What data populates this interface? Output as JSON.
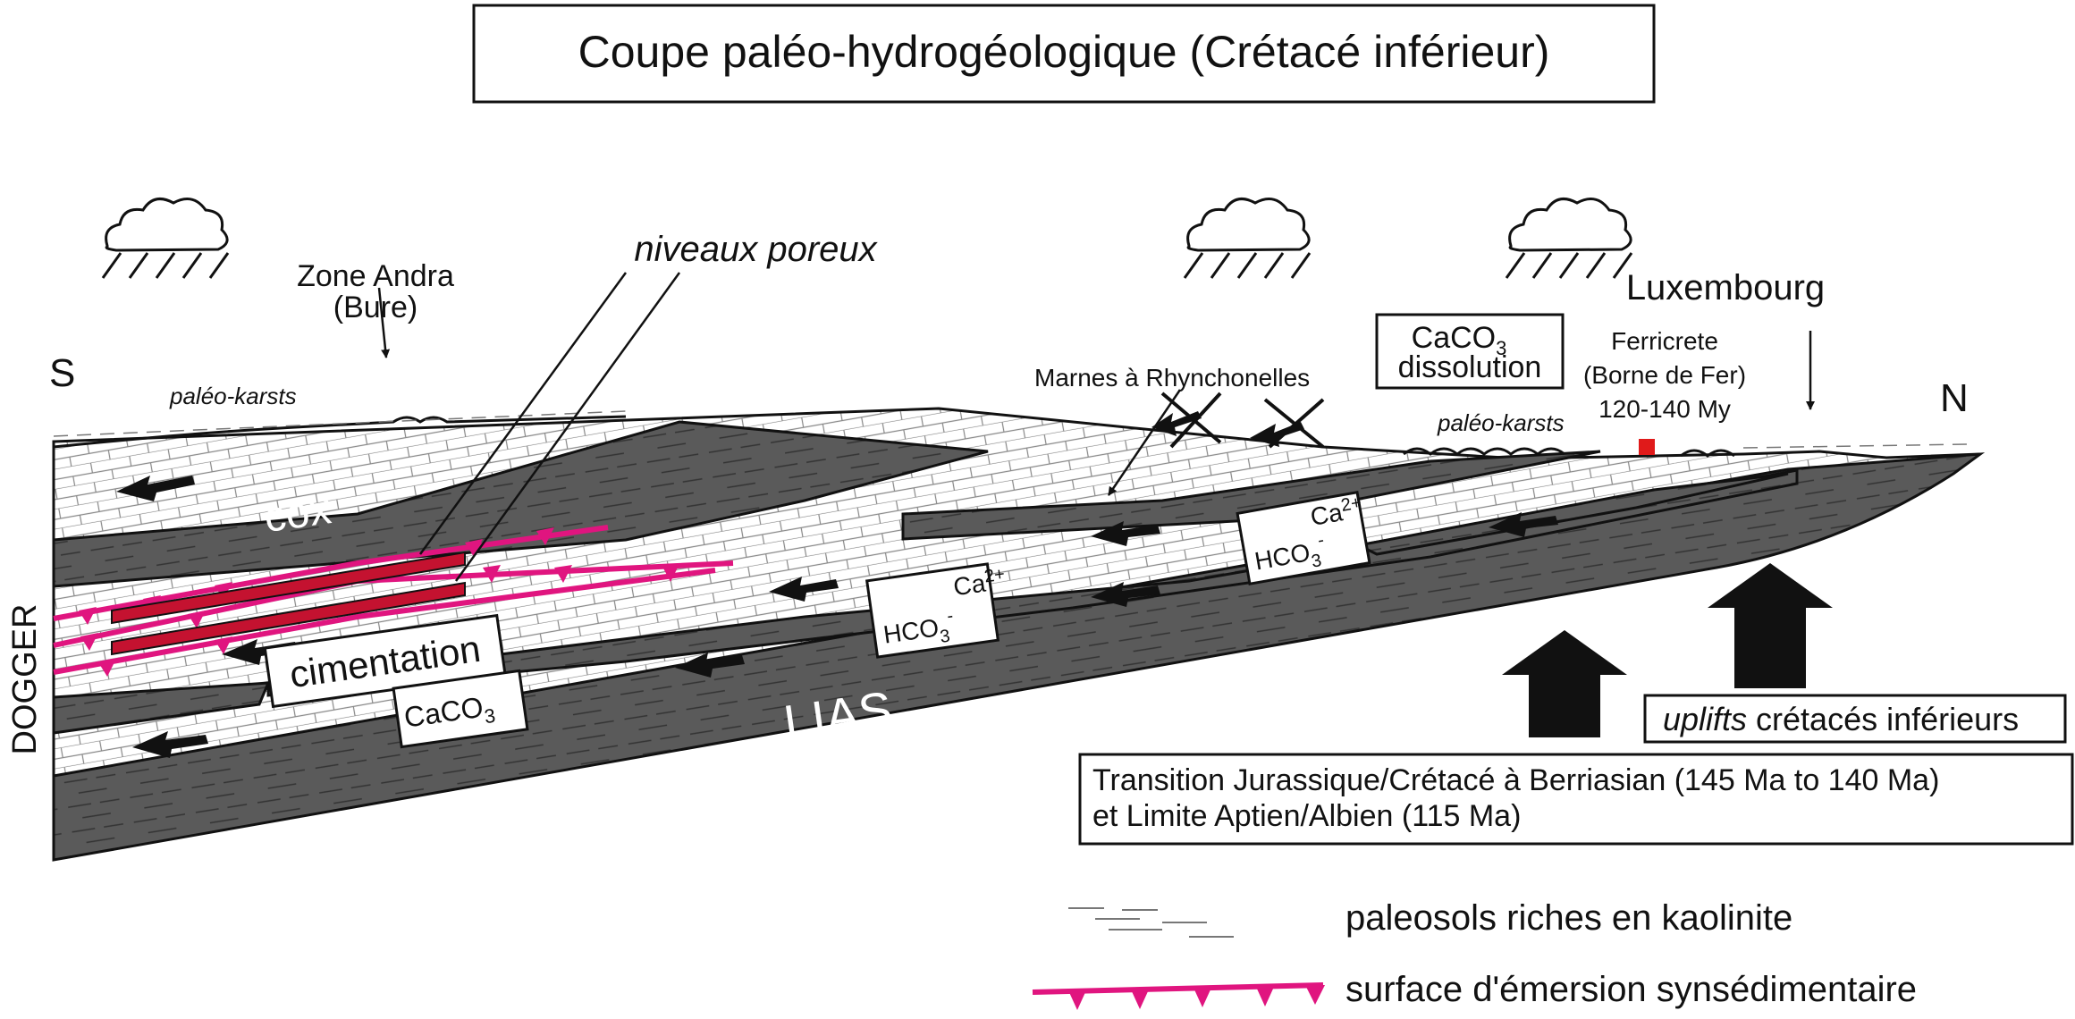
{
  "title": "Coupe paléo-hydrogéologique (Crétacé inférieur)",
  "orientation": {
    "south": "S",
    "north": "N"
  },
  "locations": {
    "andra_line1": "Zone Andra",
    "andra_line2": "(Bure)",
    "luxembourg": "Luxembourg",
    "ferricrete_line1": "Ferricrete",
    "ferricrete_line2": "(Borne de Fer)",
    "ferricrete_line3": "120-140 My"
  },
  "labels": {
    "niveaux_poreux": "niveaux poreux",
    "paleo_karsts": "paléo-karsts",
    "marnes": "Marnes à Rhynchonelles",
    "cox": "cox",
    "lias": "LIAS",
    "dogger": "DOGGER",
    "cimentation": "cimentation"
  },
  "chem": {
    "caco3": "CaCO",
    "sub3": "3",
    "dissolution": "dissolution",
    "hco3": "HCO",
    "minus": "-",
    "ca": "Ca",
    "charge": "2+"
  },
  "uplift": {
    "italic": "uplifts",
    "rest": " crétacés inférieurs"
  },
  "transition": {
    "line1": "Transition Jurassique/Crétacé à Berriasian (145 Ma to 140 Ma)",
    "line2": "et Limite Aptien/Albien (115 Ma)"
  },
  "legend": {
    "paleosols": "paleosols riches en kaolinite",
    "emersion": "surface d'émersion synsédimentaire"
  },
  "colors": {
    "marl": "#595959",
    "limestone": "#ffffff",
    "emersion": "#e0157f",
    "porous": "#c41230",
    "ink": "#111111"
  }
}
